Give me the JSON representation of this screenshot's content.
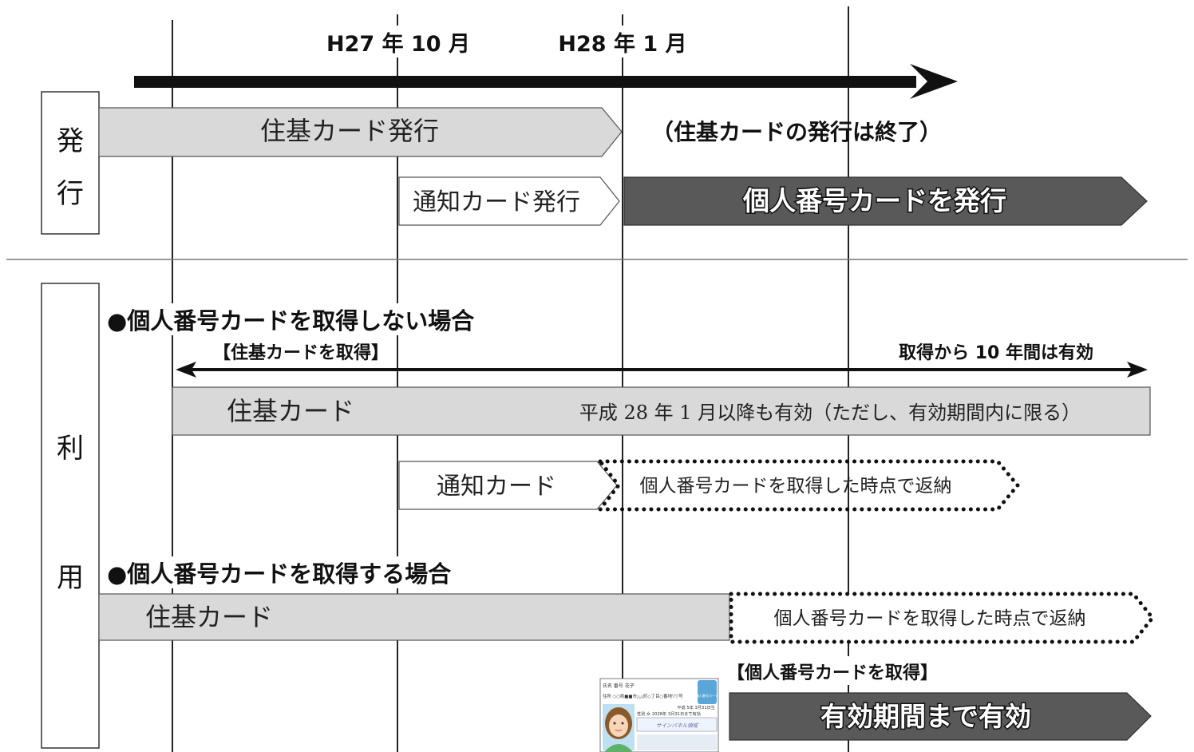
{
  "timeline": {
    "marker_h27": "H27 年 10 月",
    "marker_h28": "H28 年 1 月"
  },
  "issue_section": {
    "label_chars": [
      "発",
      "行"
    ],
    "juki_issue": "住基カード発行",
    "juki_issue_end": "（住基カードの発行は終了）",
    "notice_issue": "通知カード発行",
    "mynumber_issue": "個人番号カードを発行"
  },
  "use_section": {
    "label_chars": [
      "利",
      "用"
    ],
    "case_without": {
      "heading": "●個人番号カードを取得しない場合",
      "obtain_juki": "【住基カードを取得】",
      "valid_10_years": "取得から 10 年間は有効",
      "juki_card": "住基カード",
      "juki_note": "平成 28 年 1 月以降も有効（ただし、有効期間内に限る）",
      "notice_card": "通知カード",
      "return_note": "個人番号カードを取得した時点で返納"
    },
    "case_with": {
      "heading": "●個人番号カードを取得する場合",
      "juki_card": "住基カード",
      "return_note": "個人番号カードを取得した時点で返納",
      "obtain_mynumber": "【個人番号カードを取得】",
      "valid_until_expiry": "有効期間まで有効"
    }
  },
  "id_card": {
    "row1": "氏名 番号 花子",
    "row2": "住所 ○○県■■市△△町◇丁目○番地▽▽号",
    "row3": "平成 5年 3月31日生",
    "row4": "性別 女 2028年 3月31日まで有効",
    "signature": "サインパネル領域",
    "badge": "個人番号カード"
  },
  "colors": {
    "grey_bar": "#d9d9d9",
    "dark_bar": "#595959",
    "line": "#222222"
  }
}
